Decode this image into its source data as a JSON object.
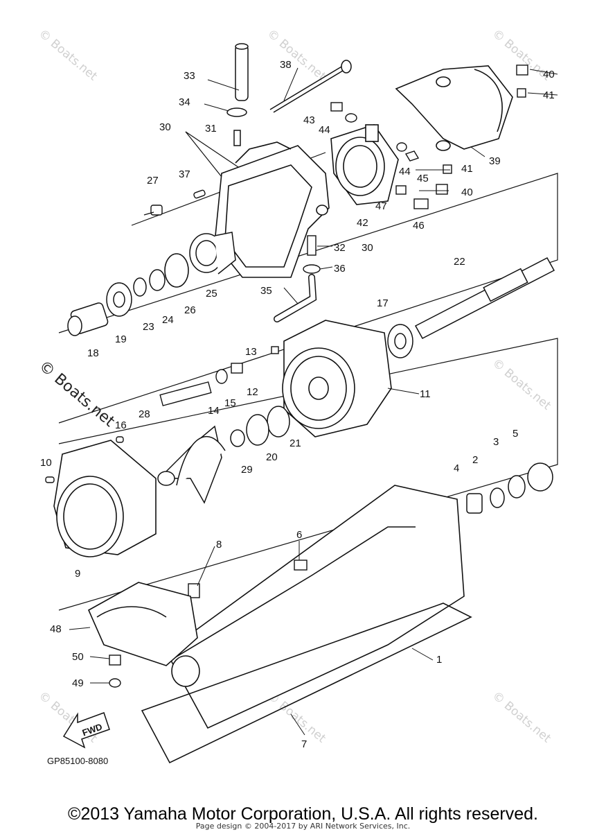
{
  "diagram": {
    "part_code": "GP85100-8080",
    "fwd_label": "FWD",
    "callouts": [
      "1",
      "2",
      "3",
      "4",
      "5",
      "6",
      "7",
      "8",
      "9",
      "10",
      "11",
      "12",
      "13",
      "14",
      "15",
      "16",
      "17",
      "18",
      "19",
      "20",
      "21",
      "22",
      "23",
      "24",
      "25",
      "26",
      "27",
      "28",
      "29",
      "30",
      "30",
      "31",
      "32",
      "33",
      "34",
      "35",
      "36",
      "37",
      "38",
      "39",
      "40",
      "40",
      "41",
      "41",
      "42",
      "43",
      "44",
      "44",
      "45",
      "46",
      "47",
      "48",
      "49",
      "50"
    ]
  },
  "watermark": {
    "text": "© Boats.net"
  },
  "footer": {
    "copyright": "©2013 Yamaha Motor Corporation, U.S.A. All rights reserved.",
    "page_design": "Page design © 2004-2017 by ARI Network Services, Inc."
  }
}
